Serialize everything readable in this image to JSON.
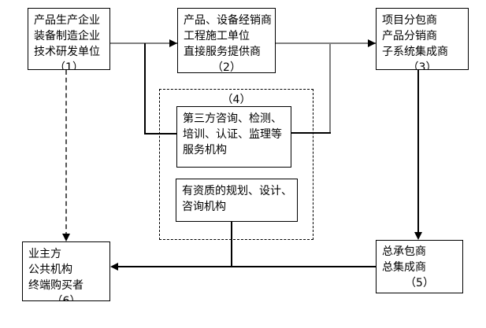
{
  "colors": {
    "background": "#ffffff",
    "box_border": "#000000",
    "text": "#000000",
    "gray_arrow": "#808080",
    "dashed_arrow": "#555555"
  },
  "boxes": {
    "producers": {
      "lines": [
        "产品生产企业",
        "装备制造企业",
        "技术研发单位"
      ],
      "num": "（1）"
    },
    "distributors": {
      "lines": [
        "产品、设备经销商",
        "工程施工单位",
        "直接服务提供商"
      ],
      "num": "（2）"
    },
    "subcontractors": {
      "lines": [
        "项目分包商",
        "产品分销商",
        "子系统集成商"
      ],
      "num": "（3）"
    },
    "third_party_group": {
      "label": "（4）"
    },
    "third_party_services": {
      "lines": [
        "第三方咨询、检测、",
        "培训、认证、监理等",
        "服务机构"
      ]
    },
    "qualified_planning": {
      "lines": [
        "有资质的规划、设计、",
        "咨询机构"
      ]
    },
    "general_contractor": {
      "lines": [
        "总承包商",
        "总集成商"
      ],
      "num": "（5）"
    },
    "owners": {
      "lines": [
        "业主方",
        "公共机构",
        "终端购买者"
      ],
      "num": "（6）"
    }
  }
}
